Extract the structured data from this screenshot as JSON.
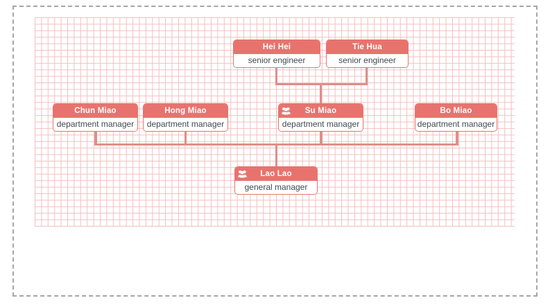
{
  "canvas": {
    "grid_color": "#f3bfbf",
    "frame_style": "dashed",
    "frame_color": "#a6a6a6",
    "background": "#ffffff"
  },
  "theme": {
    "node_header_bg": "#e8736e",
    "node_header_text": "#ffffff",
    "node_body_bg": "#ffffff",
    "node_body_text": "#3f4a52",
    "node_border": "#e8736e",
    "connector_color": "#e08e8a"
  },
  "chart_title": "",
  "org_chart": {
    "type": "org-chart",
    "orientation": "bottom-up",
    "nodes": [
      {
        "id": "hei-hei",
        "name": "Hei Hei",
        "title": "senior engineer",
        "icon": "",
        "level": 1
      },
      {
        "id": "tie-hua",
        "name": "Tie Hua",
        "title": "senior engineer",
        "icon": "",
        "level": 1
      },
      {
        "id": "chun-miao",
        "name": "Chun Miao",
        "title": "department manager",
        "icon": "",
        "level": 2
      },
      {
        "id": "hong-miao",
        "name": "Hong Miao",
        "title": "department manager",
        "icon": "",
        "level": 2
      },
      {
        "id": "su-miao",
        "name": "Su Miao",
        "title": "department manager",
        "icon": "group-icon",
        "level": 2
      },
      {
        "id": "bo-miao",
        "name": "Bo Miao",
        "title": "department manager",
        "icon": "",
        "level": 2
      },
      {
        "id": "lao-lao",
        "name": "Lao Lao",
        "title": "general manager",
        "icon": "group-icon",
        "level": 3
      }
    ],
    "edges": [
      {
        "from": "hei-hei",
        "to": "su-miao"
      },
      {
        "from": "tie-hua",
        "to": "su-miao"
      },
      {
        "from": "chun-miao",
        "to": "lao-lao"
      },
      {
        "from": "hong-miao",
        "to": "lao-lao"
      },
      {
        "from": "su-miao",
        "to": "lao-lao"
      },
      {
        "from": "bo-miao",
        "to": "lao-lao"
      }
    ]
  }
}
